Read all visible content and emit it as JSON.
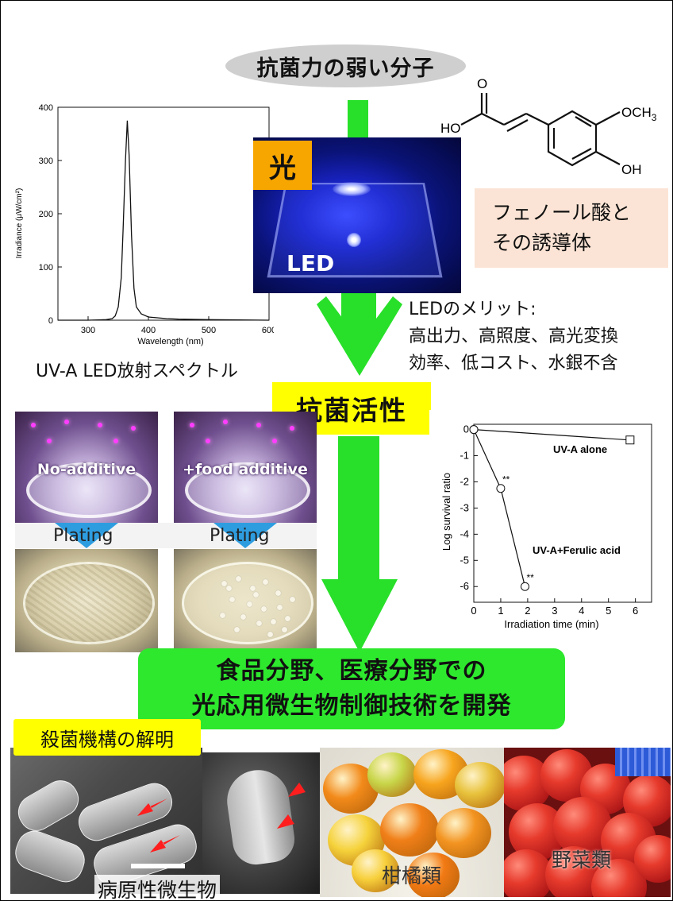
{
  "title": "抗菌力の弱い分子",
  "light_badge": "光",
  "led_label": "LED",
  "molecule": {
    "carbonyl_o": "O",
    "ho": "HO",
    "och3_prefix": "OCH",
    "och3_sub": "3",
    "oh": "OH"
  },
  "phenolic": {
    "line1": "フェノール酸と",
    "line2": "その誘導体"
  },
  "spectrum": {
    "ylabel": "Irradiance (μW/cm²)",
    "xlabel": "Wavelength (nm)",
    "caption": "UV-A LED放射スペクトル"
  },
  "led_merits": {
    "title": "LEDのメリット:",
    "line1": "高出力、高照度、高光変換",
    "line2": "効率、低コスト、水銀不含"
  },
  "activity": "抗菌活性",
  "dishes": {
    "left_label": "No-additive",
    "right_label": "+food additive",
    "plating_left": "Plating",
    "plating_right": "Plating"
  },
  "result": {
    "line1": "食品分野、医療分野での",
    "line2": "光応用微生物制御技術を開発"
  },
  "bottom": {
    "mechanism": "殺菌機構の解明",
    "pathogen": "病原性微生物",
    "citrus": "柑橘類",
    "vegetables": "野菜類"
  },
  "colors": {
    "arrow_green": "#28e02a",
    "highlight_yellow": "#ffff00",
    "badge_orange": "#f7a600",
    "result_green": "#2ee82e",
    "phenolic_bg": "#fbe4d5"
  },
  "chart_data": [
    {
      "type": "line",
      "xlabel": "Wavelength (nm)",
      "ylabel": "Irradiance (μW/cm²)",
      "xlim": [
        250,
        600
      ],
      "ylim": [
        0,
        400
      ],
      "xticks": [
        300,
        400,
        500,
        600
      ],
      "yticks": [
        0,
        100,
        200,
        300,
        400
      ],
      "grid": false,
      "series": [
        {
          "x": [
            250,
            300,
            330,
            340,
            345,
            350,
            355,
            358,
            362,
            365,
            368,
            372,
            376,
            380,
            388,
            400,
            430,
            450,
            500,
            600
          ],
          "values": [
            0,
            0,
            1,
            3,
            8,
            25,
            80,
            170,
            300,
            375,
            310,
            160,
            60,
            25,
            12,
            6,
            3,
            2,
            1,
            0
          ]
        }
      ]
    },
    {
      "type": "line",
      "xlabel": "Irradiation time (min)",
      "ylabel": "Log survival ratio",
      "xlim": [
        0,
        6.6
      ],
      "ylim": [
        -6.6,
        0.2
      ],
      "xticks": [
        0,
        1,
        2,
        3,
        4,
        5,
        6
      ],
      "yticks": [
        0,
        -1,
        -2,
        -3,
        -4,
        -5,
        -6
      ],
      "grid": false,
      "series": [
        {
          "name": "UV-A alone",
          "marker": "square",
          "x": [
            0,
            5.8
          ],
          "values": [
            0,
            -0.4
          ]
        },
        {
          "name": "UV-A+Ferulic acid",
          "marker": "circle",
          "x": [
            0,
            1,
            1.9
          ],
          "values": [
            0,
            -2.25,
            -6.0
          ],
          "significance": [
            "",
            "**",
            "**"
          ]
        }
      ]
    }
  ]
}
